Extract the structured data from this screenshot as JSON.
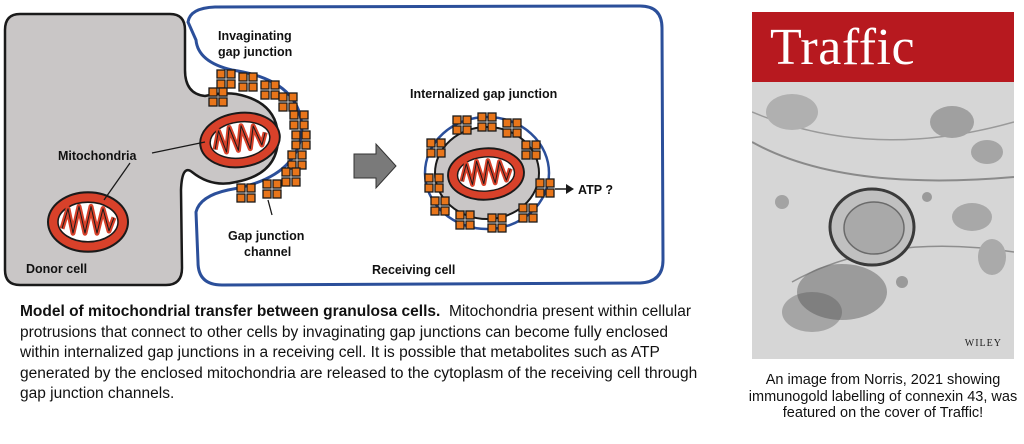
{
  "diagram": {
    "labels": {
      "invaginating": [
        "Invaginating",
        "gap junction"
      ],
      "mitochondria": "Mitochondria",
      "donor_cell": "Donor cell",
      "gj_channel": [
        "Gap junction",
        "channel"
      ],
      "internalized": "Internalized gap junction",
      "atp": "ATP ?",
      "receiving_cell": "Receiving cell"
    },
    "colors": {
      "donor_fill": "#c9c6c6",
      "receiving_outline": "#2b4f9a",
      "mito_red": "#d8412a",
      "connexon_orange": "#e8751a"
    }
  },
  "caption": {
    "bold": "Model of mitochondrial transfer between granulosa cells.",
    "text": "Mitochondria present within cellular protrusions that connect to other cells by invaginating gap junctions can become fully enclosed within internalized gap junctions in a receiving cell.  It is possible that metabolites such as ATP generated by the enclosed mitochondria are released to the cytoplasm of the receiving cell through gap junction channels."
  },
  "cover": {
    "title": "Traffic",
    "publisher": "WILEY",
    "caption": "An image from Norris, 2021 showing immunogold labelling of connexin 43, was featured on the cover of Traffic!"
  }
}
